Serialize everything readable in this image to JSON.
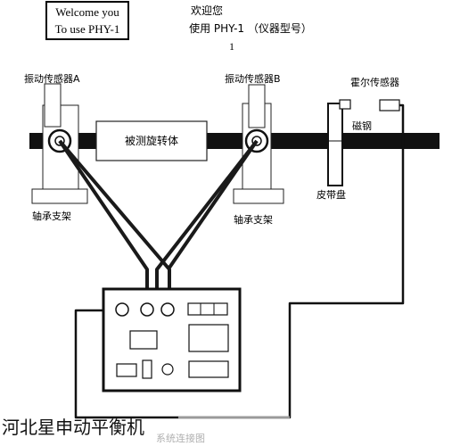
{
  "welcome_box": {
    "line1": "Welcome you",
    "line2": "To use PHY-1"
  },
  "header": {
    "greeting": "欢迎您",
    "subtitle": "使用 PHY-1 （仪器型号）",
    "number": "1"
  },
  "labels": {
    "sensor_a": "振动传感器A",
    "sensor_b": "振动传感器B",
    "hall_sensor": "霍尔传感器",
    "magnet": "磁钢",
    "rotor": "被测旋转体",
    "bearing_left": "轴承支架",
    "bearing_right": "轴承支架",
    "pulley": "皮带盘"
  },
  "footer": {
    "watermark": "河北星申动平衡机",
    "caption": "系统连接图"
  }
}
